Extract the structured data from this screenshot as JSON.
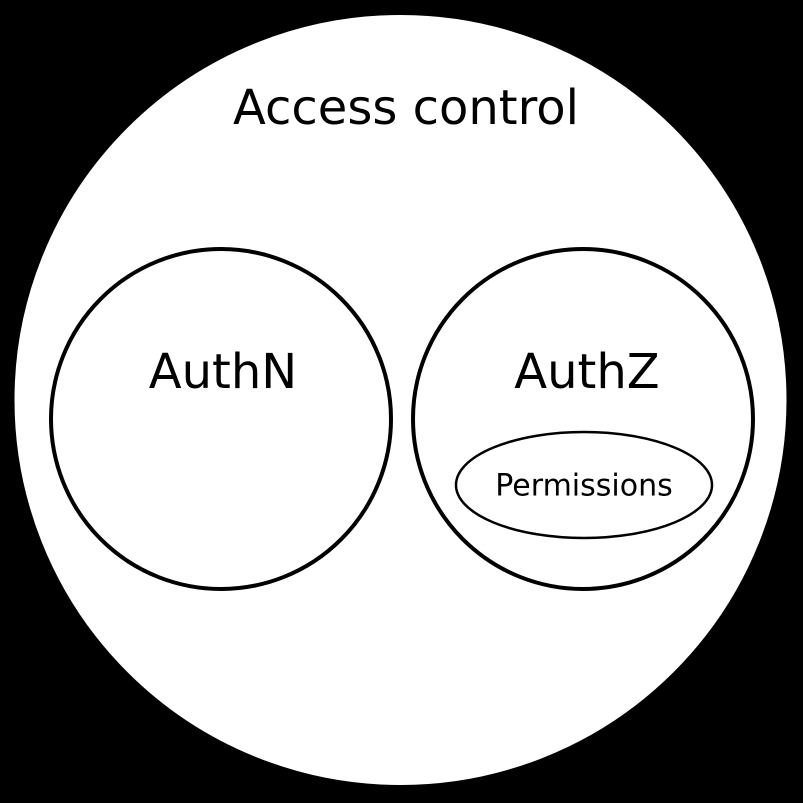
{
  "diagram": {
    "type": "nested-venn",
    "title": "Access control",
    "colors": {
      "background": "#000000",
      "shape_fill": "#ffffff",
      "stroke": "#000000",
      "text": "#000000"
    },
    "sets": [
      {
        "label": "AuthN",
        "children": []
      },
      {
        "label": "AuthZ",
        "children": [
          {
            "label": "Permissions"
          }
        ]
      }
    ]
  }
}
